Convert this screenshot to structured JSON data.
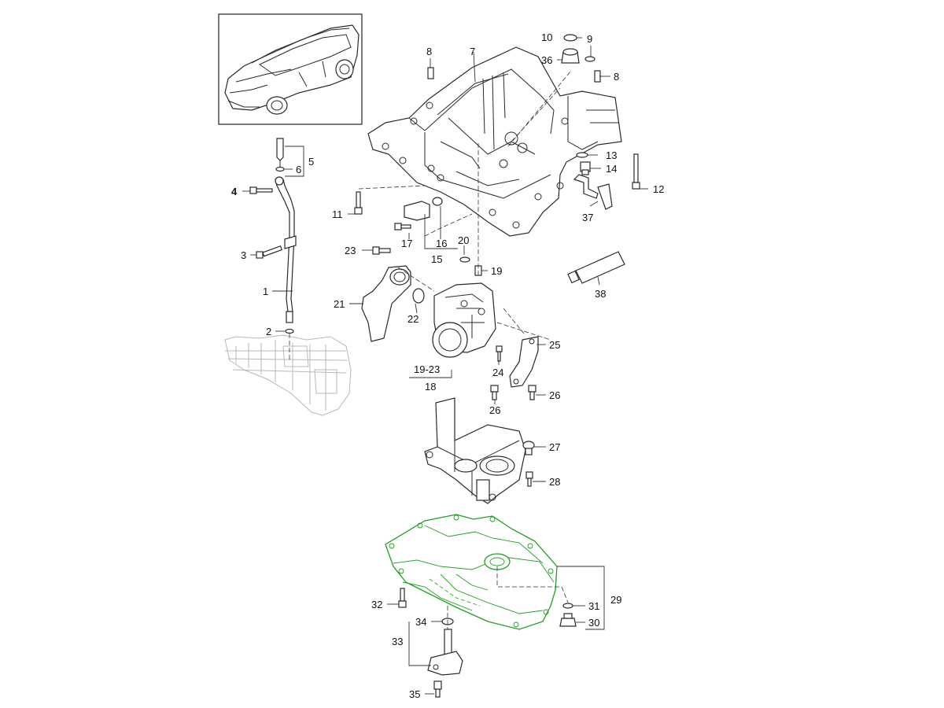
{
  "title": "Oil pan and oil pump parts diagram",
  "highlight_color": "#1fa01f",
  "line_color": "#2a2a2a",
  "callouts": {
    "c1": "1",
    "c2": "2",
    "c3": "3",
    "c4": "4",
    "c5": "5",
    "c6": "6",
    "c7": "7",
    "c8a": "8",
    "c8b": "8",
    "c9": "9",
    "c10": "10",
    "c11": "11",
    "c12": "12",
    "c13": "13",
    "c14": "14",
    "c15": "15",
    "c16": "16",
    "c17": "17",
    "c18": "18",
    "c19": "19",
    "c1923": "19-23",
    "c20": "20",
    "c21": "21",
    "c22": "22",
    "c23": "23",
    "c24": "24",
    "c25": "25",
    "c26a": "26",
    "c26b": "26",
    "c27": "27",
    "c28": "28",
    "c29": "29",
    "c30": "30",
    "c31": "31",
    "c32": "32",
    "c33": "33",
    "c34": "34",
    "c35": "35",
    "c36": "36",
    "c37": "37",
    "c38": "38"
  }
}
